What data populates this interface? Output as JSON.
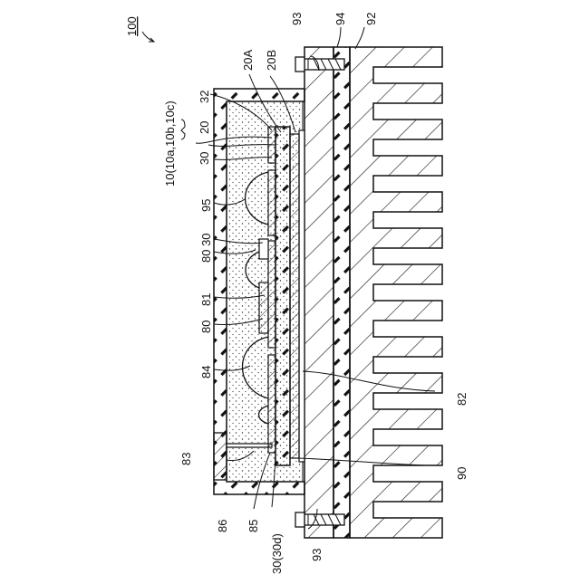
{
  "figure": {
    "ref_main": "100",
    "ref_module": "10(10a,10b,10c)",
    "labels": {
      "l93_top": "93",
      "l94": "94",
      "l92": "92",
      "l20A": "20A",
      "l20B": "20B",
      "l32": "32",
      "l20": "20",
      "l30_top": "30",
      "l95": "95",
      "l80_30": "80 30",
      "l81": "81",
      "l80": "80",
      "l84": "84",
      "l83": "83",
      "l86": "86",
      "l85": "85",
      "l30d": "30(30d)",
      "l93_bottom": "93",
      "l82": "82",
      "l90": "90"
    }
  }
}
